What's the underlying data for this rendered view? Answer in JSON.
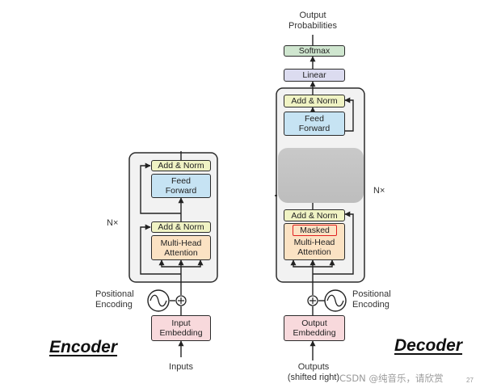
{
  "encoder": {
    "title": "Encoder",
    "inputs_label": "Inputs",
    "input_embedding": "Input\nEmbedding",
    "positional_encoding": "Positional\nEncoding",
    "layer_multiplier": "N×",
    "attention": "Multi-Head\nAttention",
    "add_norm_1": "Add & Norm",
    "feed_forward": "Feed\nForward",
    "add_norm_2": "Add & Norm"
  },
  "decoder": {
    "title": "Decoder",
    "outputs_label": "Outputs\n(shifted right)",
    "output_embedding": "Output\nEmbedding",
    "positional_encoding": "Positional\nEncoding",
    "layer_multiplier": "N×",
    "masked_tag": "Masked",
    "masked_attention": "Multi-Head\nAttention",
    "add_norm_1": "Add & Norm",
    "feed_forward": "Feed\nForward",
    "add_norm_3": "Add & Norm",
    "linear": "Linear",
    "softmax": "Softmax",
    "output_probabilities": "Output\nProbabilities"
  },
  "watermark": "CSDN @纯音乐，请欣赏",
  "page_number": "27",
  "colors": {
    "add_norm": "#f0f3c4",
    "feed_forward": "#c6e3f3",
    "attention": "#fbe2c3",
    "embedding": "#f8d9dc",
    "softmax": "#cfe6cf",
    "linear": "#dcdcf0",
    "layer_stack": "#f2f2f2",
    "occlusion": "#c4c4c4",
    "highlight": "#e02020"
  }
}
